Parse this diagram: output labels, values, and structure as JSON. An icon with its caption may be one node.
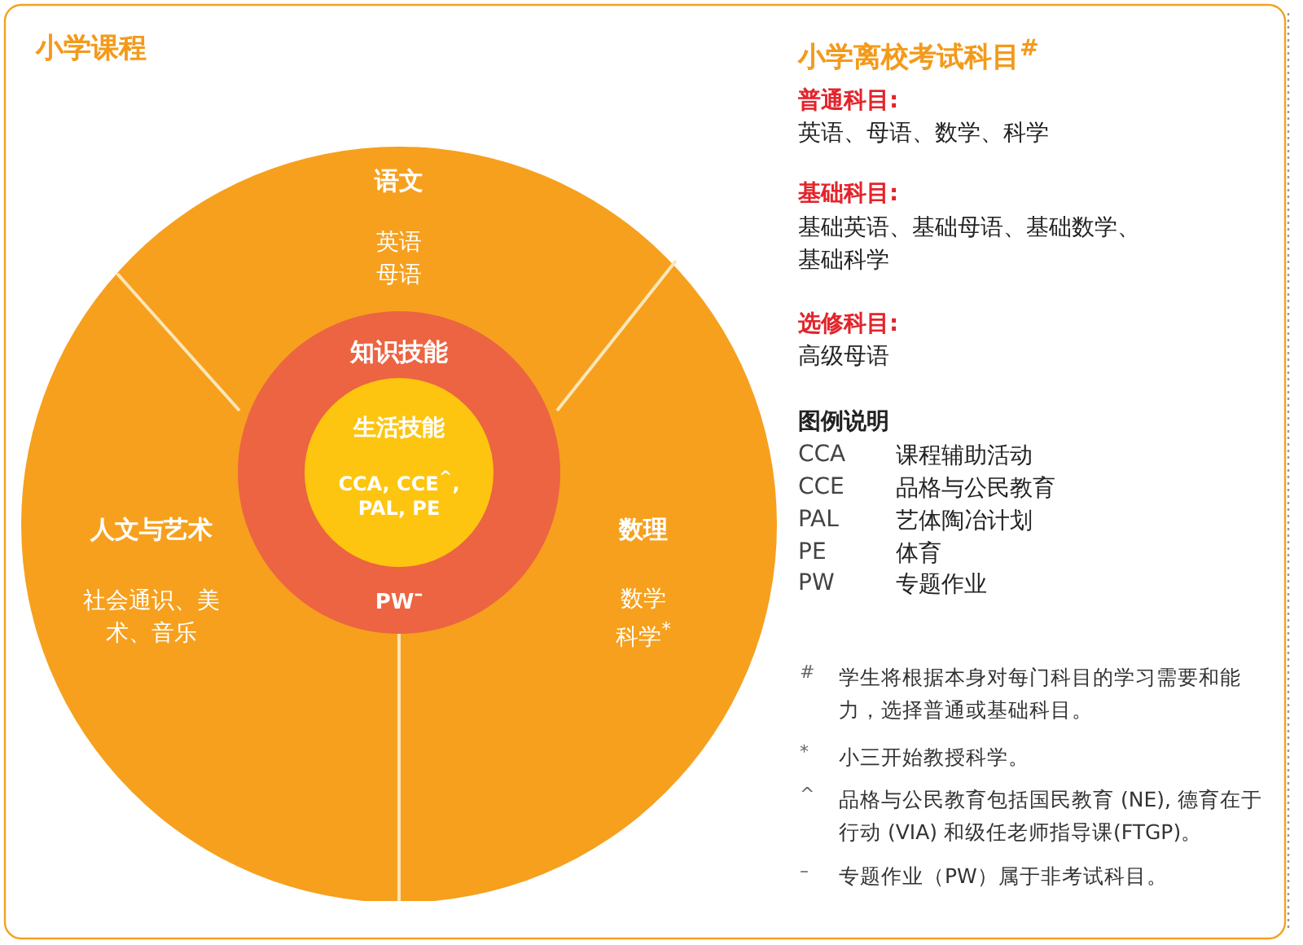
{
  "diagram": {
    "title": "小学课程",
    "nodes": [
      {
        "text": [
          "语文",
          "英语",
          "母语"
        ]
      },
      {
        "text": [
          "人文与艺术",
          "社会通识、美术、音乐"
        ]
      },
      {
        "text": [
          "数理",
          "数学",
          "科学$^{*}$"
        ]
      },
      {
        "text": [
          "知识技能",
          "PW$^{–}$"
        ]
      },
      {
        "text": [
          "生活技能",
          "CCA, CCE$^{^}$, PAL, PE"
        ],
        "in": 3
      }
    ],
    "labels": [
      "小学离校考试科目$^{#}$",
      "普通科目:",
      "英语、母语、数学、科学",
      "基础科目:",
      "基础英语、基础母语、基础数学、基础科学",
      "选修科目:",
      "高级母语",
      "图例说明",
      "CCA",
      "课程辅助活动",
      "CCE",
      "品格与公民教育",
      "PAL",
      "艺体陶冶计划",
      "PE",
      "体育",
      "PW",
      "专题作业",
      "#",
      "学生将根据本身对每门科目的学习需要和能力，选择普通或基础科目。",
      "*",
      "小三开始教授科学。",
      "^",
      "品格与公民教育包括国民教育 (NE), 德育在于行动 (VIA) 和级任老师指导课(FTGP)。",
      "–",
      "专题作业（PW）属于非考试科目。"
    ]
  }
}
